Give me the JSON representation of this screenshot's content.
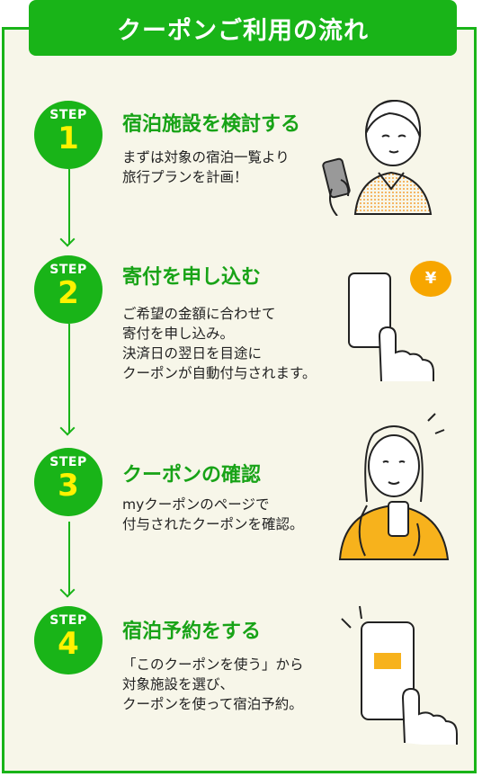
{
  "header": {
    "title": "クーポンご利用の流れ"
  },
  "steps": [
    {
      "label": "STEP",
      "number": "1",
      "title": "宿泊施設を検討する",
      "lines": [
        "まずは対象の宿泊一覧より",
        "旅行プランを計画！"
      ]
    },
    {
      "label": "STEP",
      "number": "2",
      "title": "寄付を申し込む",
      "lines": [
        "ご希望の金額に合わせて",
        "寄付を申し込み。",
        "決済日の翌日を目途に",
        "クーポンが自動付与されます。"
      ]
    },
    {
      "label": "STEP",
      "number": "3",
      "title": "クーポンの確認",
      "lines": [
        "myクーポンのページで",
        "付与されたクーポンを確認。"
      ]
    },
    {
      "label": "STEP",
      "number": "4",
      "title": "宿泊予約をする",
      "lines": [
        "「このクーポンを使う」から",
        "対象施設を選び、",
        "クーポンを使って宿泊予約。"
      ]
    }
  ],
  "yen_bubble": "¥",
  "colors": {
    "green": "#19b418",
    "yellow": "#fff200",
    "bg": "#f7f6e9",
    "orange": "#f7a600"
  }
}
